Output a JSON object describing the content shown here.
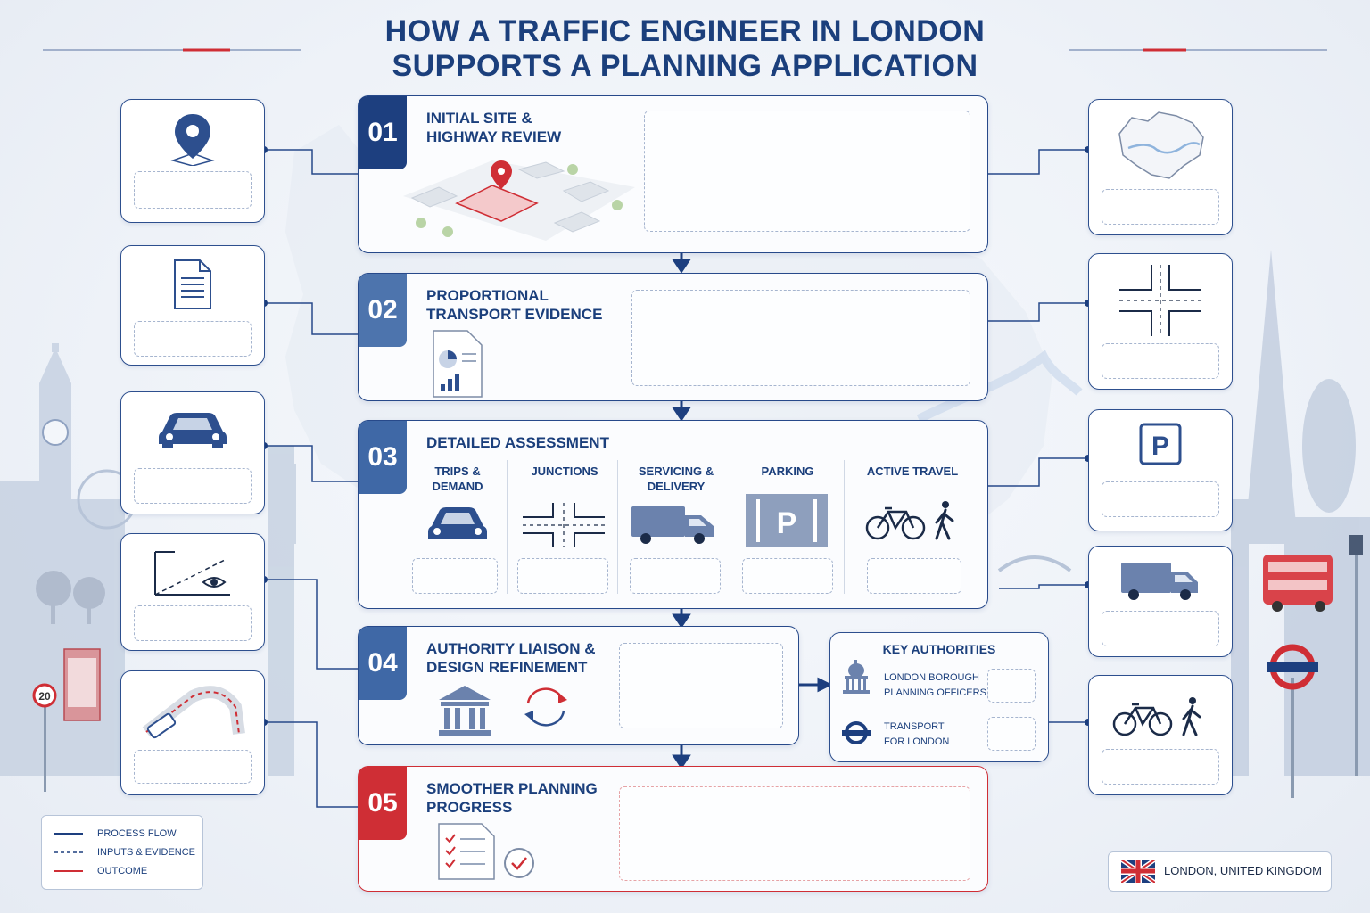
{
  "title": {
    "line1": "HOW A TRAFFIC ENGINEER IN LONDON",
    "line2": "SUPPORTS A PLANNING APPLICATION"
  },
  "steps": [
    {
      "number": "01",
      "title_line1": "INITIAL SITE &",
      "title_line2": "HIGHWAY REVIEW",
      "color": "#1d3f7f"
    },
    {
      "number": "02",
      "title_line1": "PROPORTIONAL",
      "title_line2": "TRANSPORT EVIDENCE",
      "color": "#4d74ad"
    },
    {
      "number": "03",
      "title_line1": "DETAILED ASSESSMENT",
      "title_line2": "",
      "color": "#3f68a6"
    },
    {
      "number": "04",
      "title_line1": "AUTHORITY LIAISON &",
      "title_line2": "DESIGN REFINEMENT",
      "color": "#3f68a6"
    },
    {
      "number": "05",
      "title_line1": "SMOOTHER PLANNING",
      "title_line2": "PROGRESS",
      "color": "#cf2e35"
    }
  ],
  "assessment_columns": [
    {
      "label_line1": "TRIPS &",
      "label_line2": "DEMAND",
      "icon": "car-icon"
    },
    {
      "label_line1": "JUNCTIONS",
      "label_line2": "",
      "icon": "junction-icon"
    },
    {
      "label_line1": "SERVICING &",
      "label_line2": "DELIVERY",
      "icon": "truck-icon"
    },
    {
      "label_line1": "PARKING",
      "label_line2": "",
      "icon": "parking-icon"
    },
    {
      "label_line1": "ACTIVE TRAVEL",
      "label_line2": "",
      "icon": "bike-walk-icon"
    }
  ],
  "authorities": {
    "title": "KEY AUTHORITIES",
    "items": [
      {
        "line1": "LONDON BOROUGH",
        "line2": "PLANNING OFFICERS",
        "icon": "town-hall-icon"
      },
      {
        "line1": "TRANSPORT",
        "line2": "FOR LONDON",
        "icon": "roundel-icon"
      }
    ]
  },
  "left_panels": [
    "location-pin-icon",
    "document-icon",
    "car-icon",
    "sightline-eye-icon",
    "swept-path-icon"
  ],
  "right_panels": [
    "london-map-icon",
    "junction-icon",
    "parking-icon",
    "truck-icon",
    "bike-walk-icon"
  ],
  "legend": {
    "process_flow": "PROCESS FLOW",
    "inputs_evidence": "INPUTS & EVIDENCE",
    "outcome": "OUTCOME"
  },
  "location_badge": "LONDON, UNITED KINGDOM",
  "colors": {
    "navy": "#1d3f7f",
    "mid_blue": "#3f68a6",
    "red": "#cf2e35"
  }
}
